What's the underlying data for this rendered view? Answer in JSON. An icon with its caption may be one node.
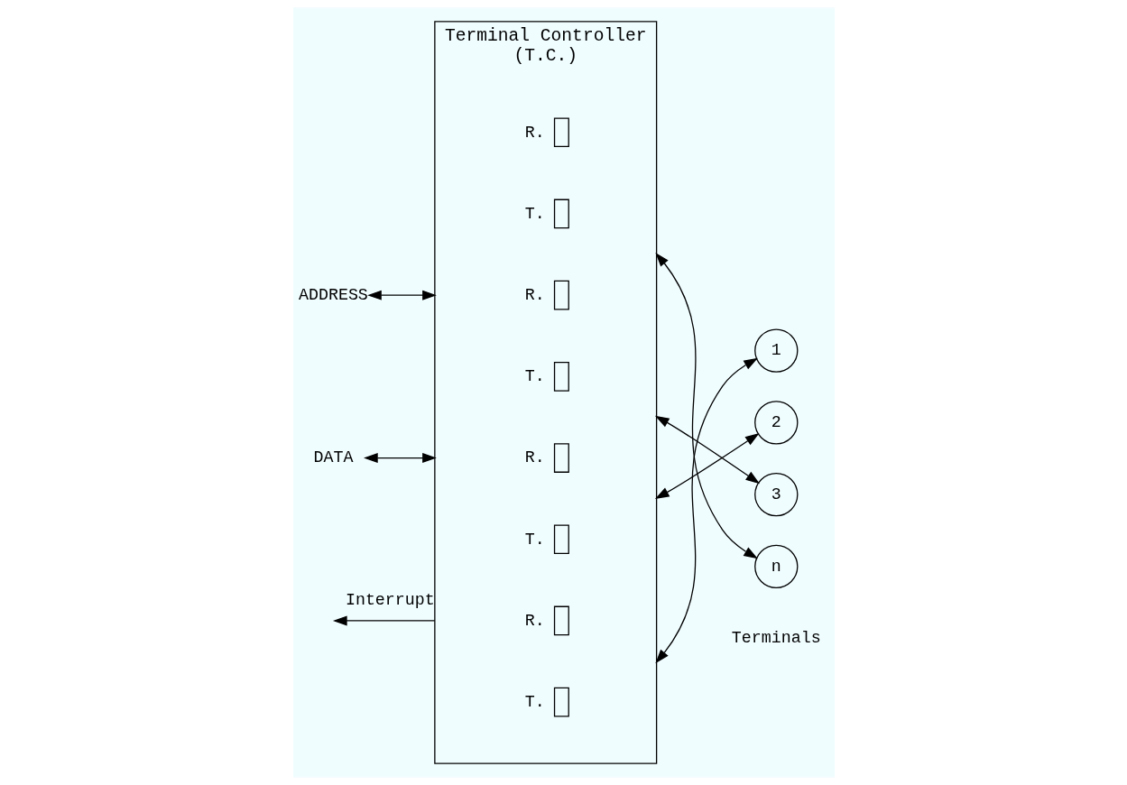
{
  "diagram": {
    "nodes": [
      {
        "text": [
          "Terminal Controller",
          "(T.C.)"
        ]
      },
      {
        "text": [],
        "shape": "box",
        "in": 0,
        "beside": [
          "T."
        ]
      },
      {
        "text": [],
        "shape": "box",
        "in": 0,
        "beside": [
          "R."
        ]
      },
      {
        "text": [],
        "shape": "box",
        "in": 0,
        "beside": [
          "T."
        ]
      },
      {
        "text": [],
        "shape": "box",
        "in": 0,
        "beside": [
          "R."
        ]
      },
      {
        "text": [],
        "shape": "box",
        "in": 0,
        "beside": [
          "T."
        ]
      },
      {
        "text": [],
        "shape": "box",
        "in": 0,
        "beside": [
          "R."
        ]
      },
      {
        "text": [],
        "shape": "box",
        "in": 0,
        "beside": [
          "T."
        ]
      },
      {
        "text": [],
        "shape": "box",
        "in": 0,
        "beside": [
          "R."
        ]
      },
      {
        "text": [
          "1"
        ]
      },
      {
        "text": [
          "2"
        ]
      },
      {
        "text": [
          "3"
        ]
      },
      {
        "text": [
          "n"
        ]
      },
      {
        "text": [
          "DATA"
        ]
      },
      {
        "text": [
          "ADDRESS"
        ]
      }
    ],
    "edges": [
      {
        "from": 0,
        "to": 9,
        "arrow": "both"
      },
      {
        "from": 0,
        "to": 10,
        "arrow": "both"
      },
      {
        "from": 0,
        "to": 11,
        "arrow": "both"
      },
      {
        "from": 0,
        "to": 12,
        "arrow": "both"
      },
      {
        "from": 0,
        "to": null,
        "arrow": "to",
        "label": "Interrupt"
      },
      {
        "from": 13,
        "to": 0,
        "arrow": "both"
      },
      {
        "from": 14,
        "to": 0,
        "arrow": "both"
      }
    ],
    "labels": [
      "Terminals"
    ]
  }
}
